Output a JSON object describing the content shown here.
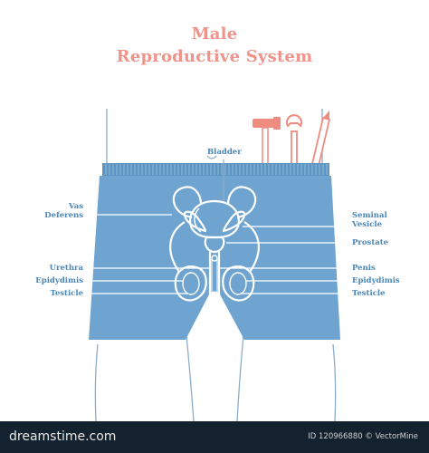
{
  "title": {
    "line1": "Male",
    "line2": "Reproductive System"
  },
  "labels": {
    "bladder": "Bladder",
    "vas_deferens_1": "Vas",
    "vas_deferens_2": "Deferens",
    "seminal_vesicle_1": "Seminal",
    "seminal_vesicle_2": "Vesicle",
    "prostate": "Prostate",
    "urethra": "Urethra",
    "penis": "Penis",
    "epididymis_left": "Epidydimis",
    "epididymis_right": "Epidydimis",
    "testicle_left": "Testicle",
    "testicle_right": "Testicle"
  },
  "footer": {
    "logo": "dreamstime.com",
    "id_text": "ID 120966880 © VectorMine"
  },
  "colors": {
    "title": "#f0938a",
    "label": "#4a86b7",
    "shorts": "#6ea4cf",
    "outline": "#ffffff",
    "tools_accent": "#ee8c82",
    "body_outline": "#8aaec8",
    "footer": "#14222f"
  },
  "icons": [
    "hammer-icon",
    "wrench-icon",
    "pencil-icon"
  ]
}
